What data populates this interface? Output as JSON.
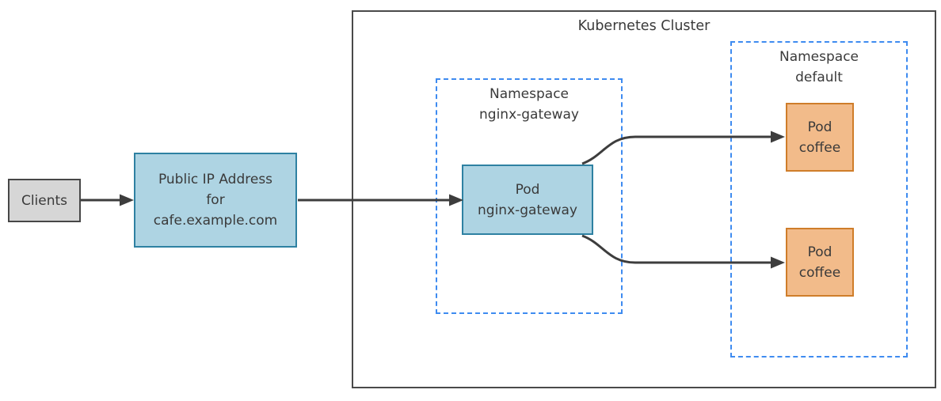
{
  "diagram": {
    "clients_box": {
      "label": "Clients"
    },
    "public_ip_box": {
      "lines": [
        "Public IP Address",
        "for",
        "cafe.example.com"
      ]
    },
    "cluster": {
      "title": "Kubernetes Cluster"
    },
    "namespace_nginx_gateway": {
      "title_lines": [
        "Namespace",
        "nginx-gateway"
      ],
      "pod": {
        "lines": [
          "Pod",
          "nginx-gateway"
        ]
      }
    },
    "namespace_default": {
      "title_lines": [
        "Namespace",
        "default"
      ],
      "pods": [
        {
          "lines": [
            "Pod",
            "coffee"
          ]
        },
        {
          "lines": [
            "Pod",
            "coffee"
          ]
        }
      ]
    },
    "colors": {
      "blue_node_fill": "#aed4e3",
      "blue_node_border": "#2e81a2",
      "orange_node_fill": "#f2bb8a",
      "orange_node_border": "#cf7d2a",
      "clients_fill": "#d6d6d6",
      "clients_border": "#474747",
      "namespace_dashed_border": "#3e8bf0",
      "cluster_border": "#4a4a4a",
      "arrow": "#3d3d3d",
      "text": "#3a3a3a"
    }
  }
}
